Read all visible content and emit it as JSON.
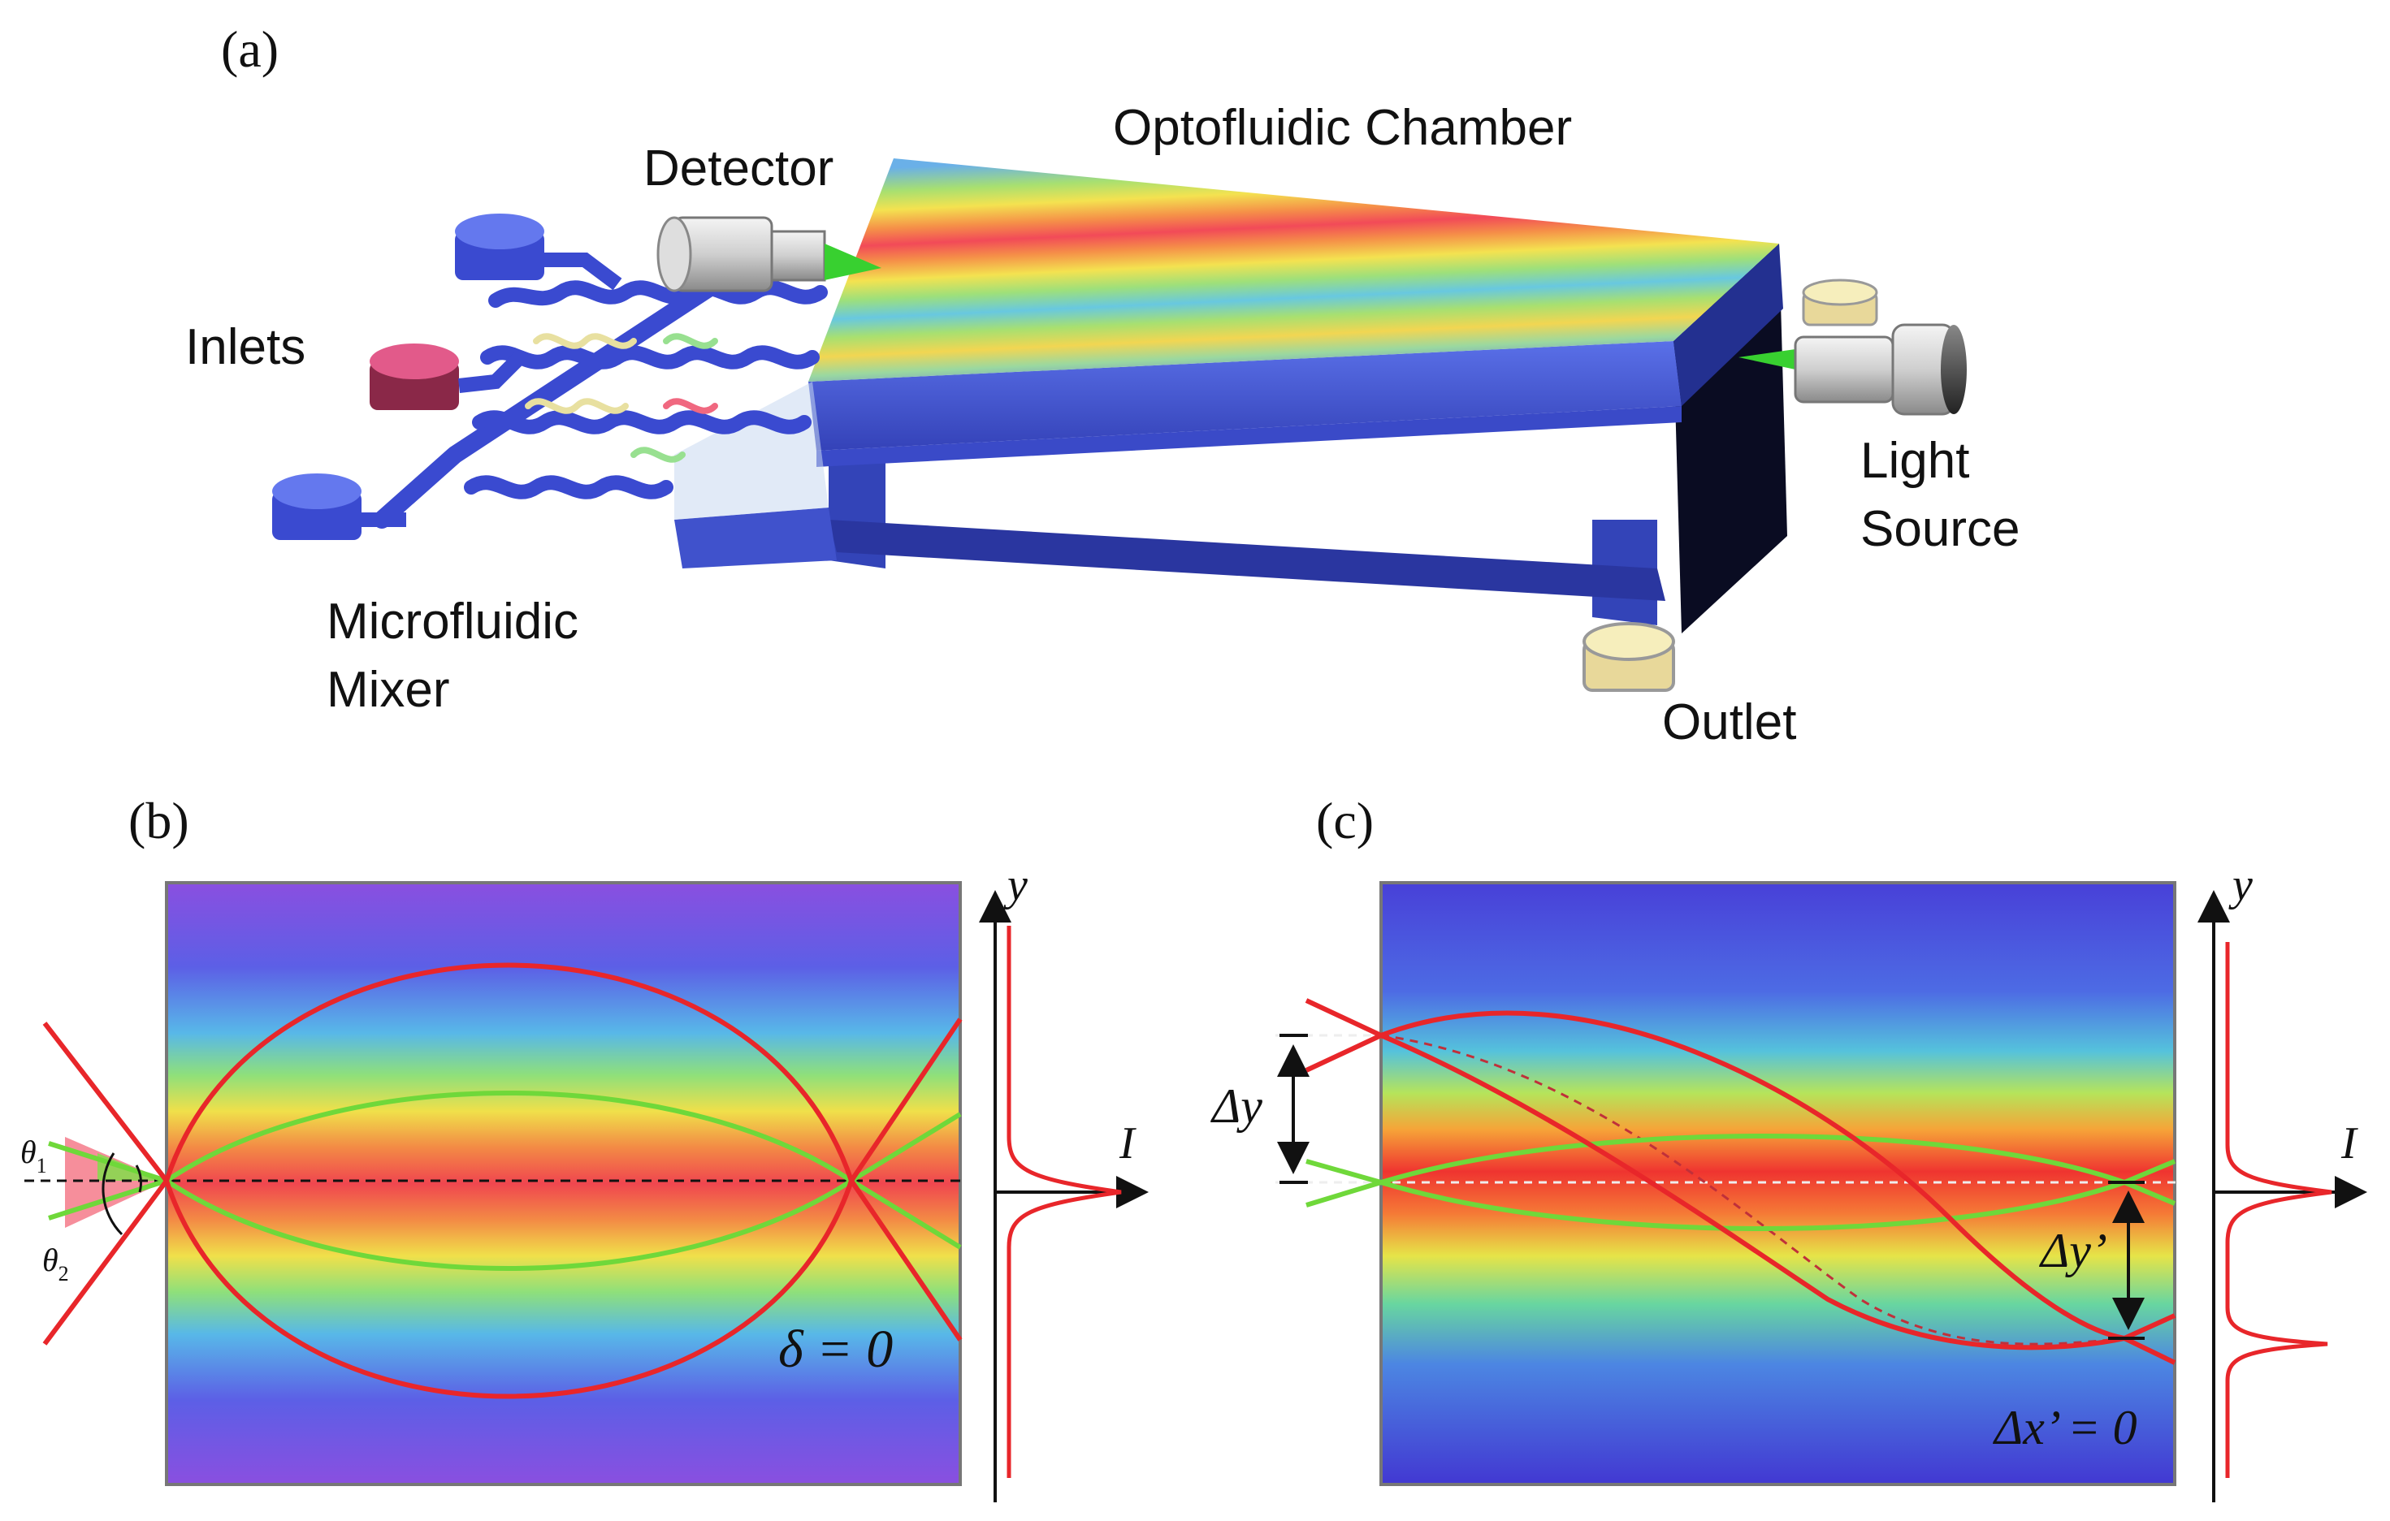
{
  "panel_a": {
    "tag": "(a)",
    "chamber_label": "Optofluidic Chamber",
    "detector_label": "Detector",
    "inlets_label": "Inlets",
    "light_label_line1": "Light",
    "light_label_line2": "Source",
    "mixer_label_line1": "Microfluidic",
    "mixer_label_line2": "Mixer",
    "outlet_label": "Outlet"
  },
  "panel_b": {
    "tag": "(b)",
    "theta1_sym": "θ",
    "theta1_sub": "1",
    "theta2_sym": "θ",
    "theta2_sub": "2",
    "delta_eq": "δ = 0",
    "axis_y": "y",
    "axis_i": "I"
  },
  "panel_c": {
    "tag": "(c)",
    "dy_label": "Δy",
    "dy_prime_label": "Δy’",
    "dx_prime_label": "Δx’ = 0",
    "axis_y": "y",
    "axis_i": "I"
  },
  "colors": {
    "ray_red": "#e8262a",
    "ray_green": "#6fd83a",
    "chamber_blue": "#4a5fd6",
    "axis_black": "#111111"
  }
}
